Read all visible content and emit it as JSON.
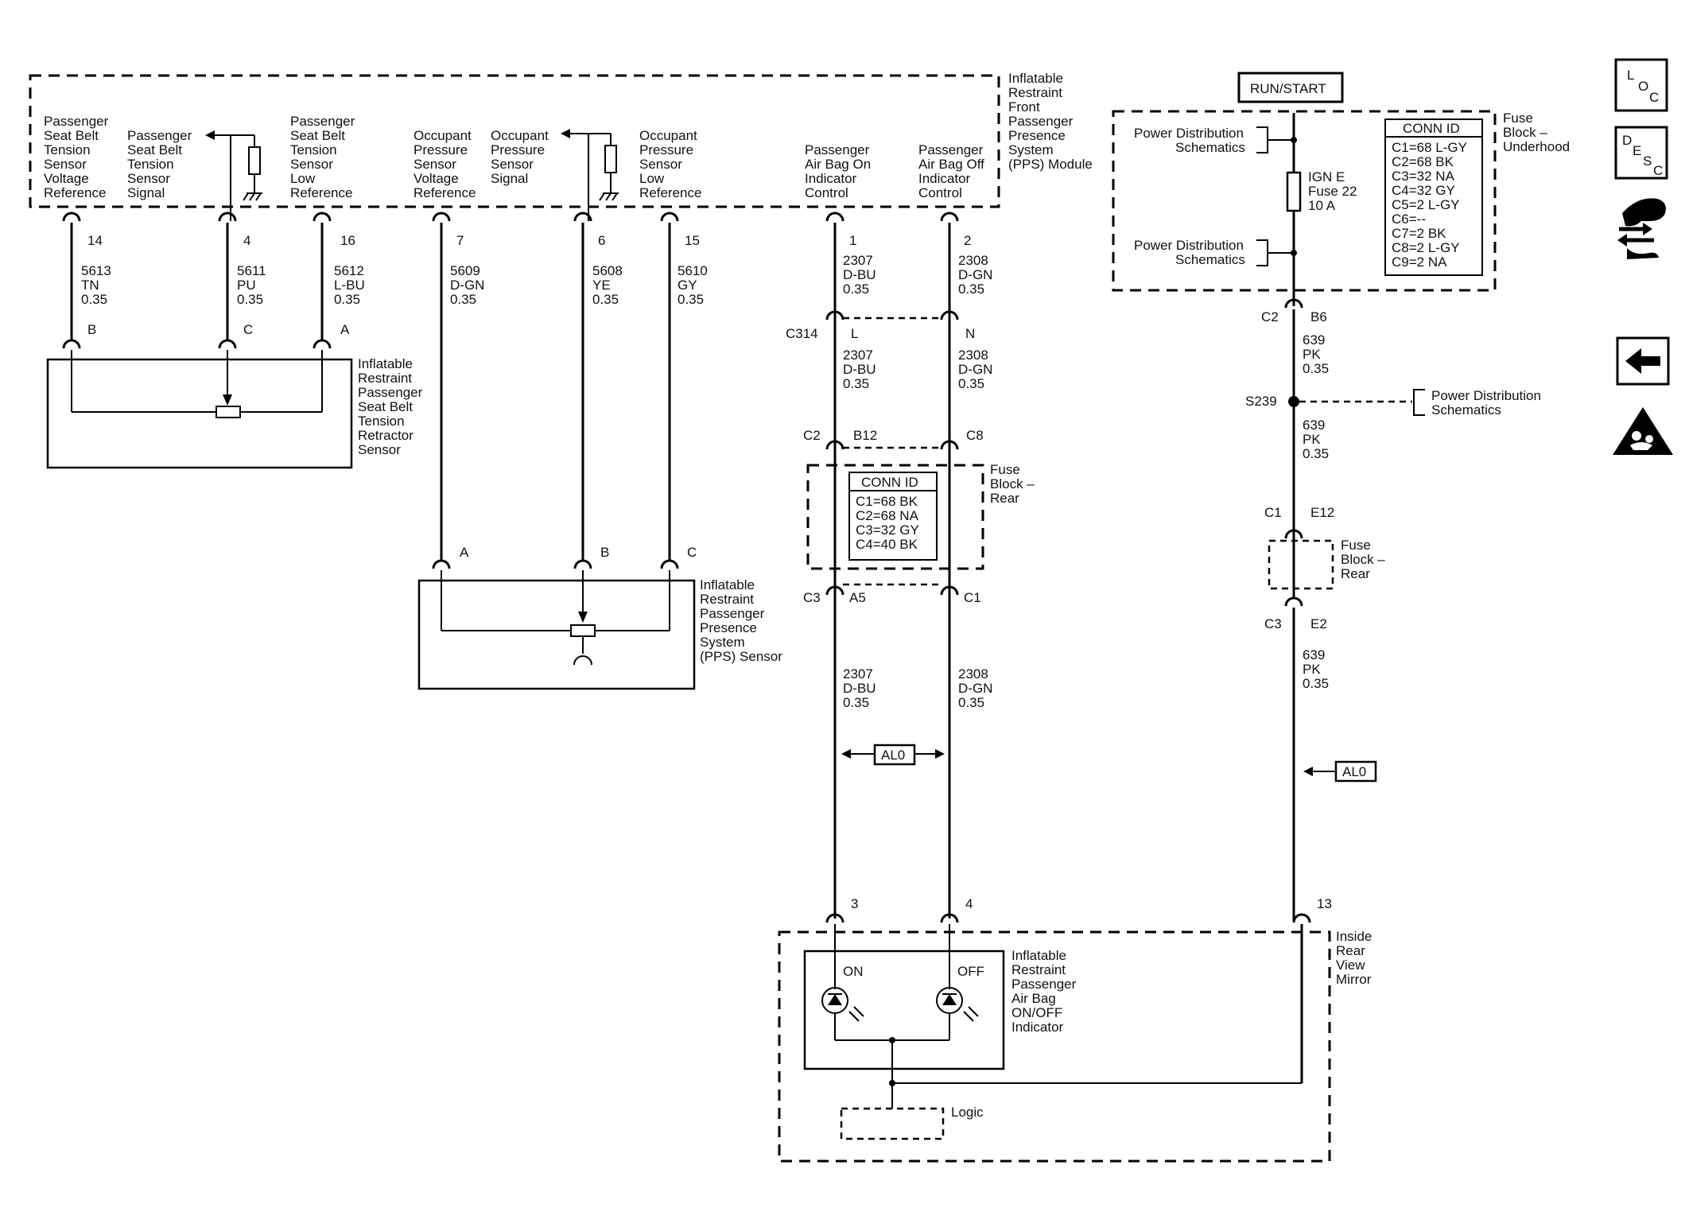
{
  "run_start": "RUN/START",
  "module": {
    "title": [
      "Inflatable",
      "Restraint",
      "Front",
      "Passenger",
      "Presence",
      "System",
      "(PPS) Module"
    ],
    "pin_labels": [
      [
        "Passenger",
        "Seat Belt",
        "Tension",
        "Sensor",
        "Voltage",
        "Reference"
      ],
      [
        "Passenger",
        "Seat Belt",
        "Tension",
        "Sensor",
        "Signal"
      ],
      [
        "Passenger",
        "Seat Belt",
        "Tension",
        "Sensor",
        "Low",
        "Reference"
      ],
      [
        "Occupant",
        "Pressure",
        "Sensor",
        "Voltage",
        "Reference"
      ],
      [
        "Occupant",
        "Pressure",
        "Sensor",
        "Signal"
      ],
      [
        "Occupant",
        "Pressure",
        "Sensor",
        "Low",
        "Reference"
      ],
      [
        "Passenger",
        "Air Bag On",
        "Indicator",
        "Control"
      ],
      [
        "Passenger",
        "Air Bag Off",
        "Indicator",
        "Control"
      ]
    ],
    "pins": [
      "14",
      "4",
      "16",
      "7",
      "6",
      "15",
      "1",
      "2"
    ]
  },
  "wires_top": [
    {
      "circuit": "5613",
      "color": "TN",
      "size": "0.35"
    },
    {
      "circuit": "5611",
      "color": "PU",
      "size": "0.35"
    },
    {
      "circuit": "5612",
      "color": "L-BU",
      "size": "0.35"
    },
    {
      "circuit": "5609",
      "color": "D-GN",
      "size": "0.35"
    },
    {
      "circuit": "5608",
      "color": "YE",
      "size": "0.35"
    },
    {
      "circuit": "5610",
      "color": "GY",
      "size": "0.35"
    },
    {
      "circuit": "2307",
      "color": "D-BU",
      "size": "0.35"
    },
    {
      "circuit": "2308",
      "color": "D-GN",
      "size": "0.35"
    }
  ],
  "seat_belt_sensor": {
    "pins": [
      "B",
      "C",
      "A"
    ],
    "title": [
      "Inflatable",
      "Restraint",
      "Passenger",
      "Seat Belt",
      "Tension",
      "Retractor",
      "Sensor"
    ]
  },
  "pps_sensor": {
    "pins": [
      "A",
      "B",
      "C"
    ],
    "title": [
      "Inflatable",
      "Restraint",
      "Passenger",
      "Presence",
      "System",
      "(PPS) Sensor"
    ]
  },
  "c314": {
    "name": "C314",
    "pin_left": "L",
    "pin_right": "N"
  },
  "wires_mid": [
    {
      "circuit": "2307",
      "color": "D-BU",
      "size": "0.35"
    },
    {
      "circuit": "2308",
      "color": "D-GN",
      "size": "0.35"
    }
  ],
  "fuse_block_rear": {
    "title": [
      "Fuse",
      "Block –",
      "Rear"
    ],
    "top_conn_left": "C2",
    "top_pin_left": "B12",
    "top_pin_right": "C8",
    "bottom_conn_left": "C3",
    "bottom_pin_left": "A5",
    "bottom_pin_right": "C1",
    "conn_id_title": "CONN ID",
    "conn_ids": [
      "C1=68 BK",
      "C2=68 NA",
      "C3=32 GY",
      "C4=40 BK"
    ]
  },
  "wires_low": [
    {
      "circuit": "2307",
      "color": "D-BU",
      "size": "0.35"
    },
    {
      "circuit": "2308",
      "color": "D-GN",
      "size": "0.35"
    }
  ],
  "al0": "AL0",
  "mirror": {
    "pins": [
      "3",
      "4",
      "13"
    ],
    "title": [
      "Inside",
      "Rear",
      "View",
      "Mirror"
    ],
    "indicator_title": [
      "Inflatable",
      "Restraint",
      "Passenger",
      "Air Bag",
      "ON/OFF",
      "Indicator"
    ],
    "on": "ON",
    "off": "OFF",
    "logic": "Logic"
  },
  "fuse_block_underhood": {
    "title": [
      "Fuse",
      "Block –",
      "Underhood"
    ],
    "pd1": [
      "Power Distribution",
      "Schematics"
    ],
    "pd2": [
      "Power Distribution",
      "Schematics"
    ],
    "fuse": [
      "IGN E",
      "Fuse 22",
      "10 A"
    ],
    "conn_id_title": "CONN ID",
    "conn_ids": [
      "C1=68 L-GY",
      "C2=68 BK",
      "C3=32 NA",
      "C4=32 GY",
      "C5=2 L-GY",
      "C6=--",
      "C7=2 BK",
      "C8=2 L-GY",
      "C9=2 NA"
    ],
    "out_conn": "C2",
    "out_pin": "B6"
  },
  "feed": {
    "wire1": {
      "circuit": "639",
      "color": "PK",
      "size": "0.35"
    },
    "splice": "S239",
    "splice_ref": [
      "Power Distribution",
      "Schematics"
    ],
    "wire2": {
      "circuit": "639",
      "color": "PK",
      "size": "0.35"
    },
    "fbr_top_conn": "C1",
    "fbr_top_pin": "E12",
    "fbr_title": [
      "Fuse",
      "Block –",
      "Rear"
    ],
    "fbr_bot_conn": "C3",
    "fbr_bot_pin": "E2",
    "wire3": {
      "circuit": "639",
      "color": "PK",
      "size": "0.35"
    }
  },
  "side_icons": {
    "loc": [
      "L",
      "O",
      "C"
    ],
    "desc": [
      "D",
      "E",
      "S",
      "C"
    ]
  }
}
